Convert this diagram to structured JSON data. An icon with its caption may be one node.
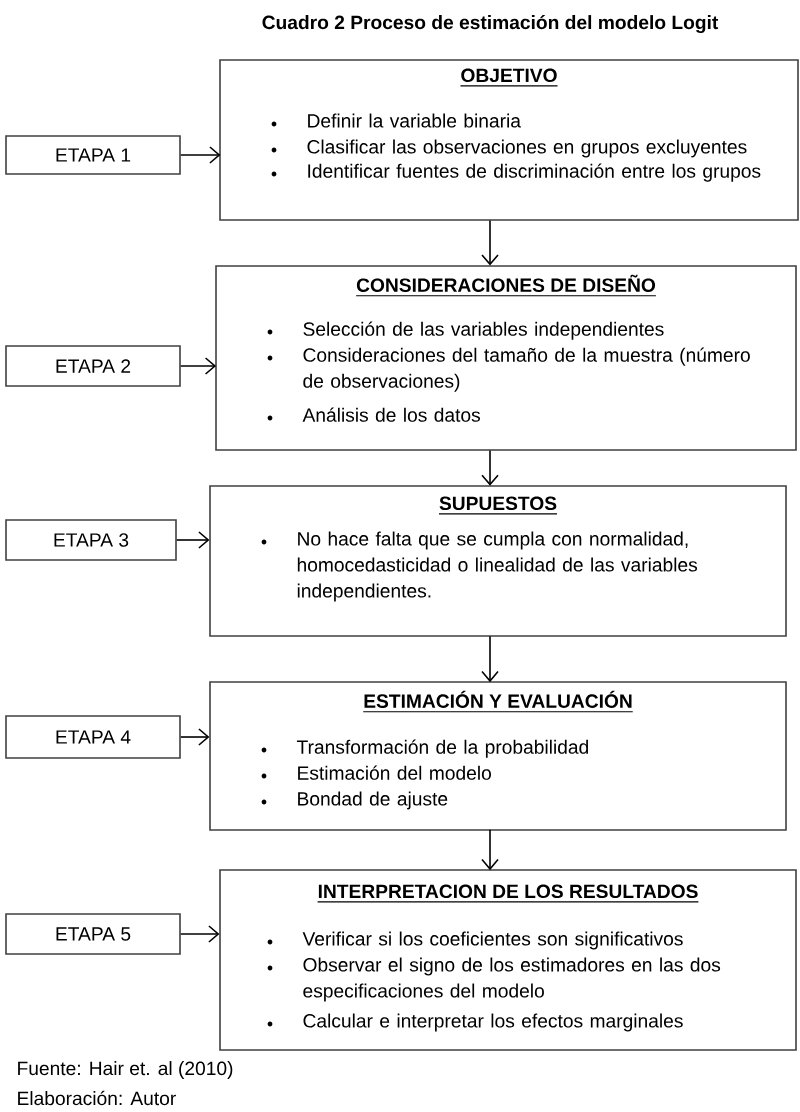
{
  "diagram": {
    "title": "Cuadro 2 Proceso de estimación del modelo Logit",
    "nodes": [
      {
        "text": [
          "OBJETIVO",
          "Definir la variable binaria",
          "Clasificar las observaciones  en grupos excluyentes",
          "Identificar fuentes de discriminación entre los grupos"
        ]
      },
      {
        "text": [
          "ETAPA 1"
        ]
      },
      {
        "text": [
          "CONSIDERACIONES DE DISEÑO",
          "Selección de las variables independientes",
          "Consideraciones del tamaño de la muestra (número de observaciones)",
          "Análisis de los datos"
        ]
      },
      {
        "text": [
          "ETAPA 2"
        ]
      },
      {
        "text": [
          "SUPUESTOS",
          "No hace falta que se cumpla con normalidad, homocedasticidad o linealidad de las variables independientes."
        ]
      },
      {
        "text": [
          "ETAPA 3"
        ]
      },
      {
        "text": [
          "ESTIMACIÓN Y EVALUACIÓN",
          "Transformación de la probabilidad",
          "Estimación del modelo",
          "Bondad de ajuste"
        ]
      },
      {
        "text": [
          "ETAPA 4"
        ]
      },
      {
        "text": [
          "INTERPRETACION DE LOS RESULTADOS",
          "Verificar si los coeficientes son significativos",
          "Observar el signo de los estimadores en las dos especificaciones del modelo",
          "Calcular e interpretar los efectos marginales"
        ]
      },
      {
        "text": [
          "ETAPA 5"
        ]
      }
    ],
    "edges": [
      {
        "from": 1,
        "to": 0,
        "arrow": "to"
      },
      {
        "from": 0,
        "to": 2,
        "arrow": "to"
      },
      {
        "from": 3,
        "to": 2,
        "arrow": "to"
      },
      {
        "from": 2,
        "to": 4,
        "arrow": "to"
      },
      {
        "from": 5,
        "to": 4,
        "arrow": "to"
      },
      {
        "from": 4,
        "to": 6,
        "arrow": "to"
      },
      {
        "from": 7,
        "to": 6,
        "arrow": "to"
      },
      {
        "from": 6,
        "to": 8,
        "arrow": "to"
      },
      {
        "from": 9,
        "to": 8,
        "arrow": "to"
      }
    ],
    "labels": [
      "Fuente: Hair et. al (2010)",
      "Elaboración: Autor"
    ]
  }
}
